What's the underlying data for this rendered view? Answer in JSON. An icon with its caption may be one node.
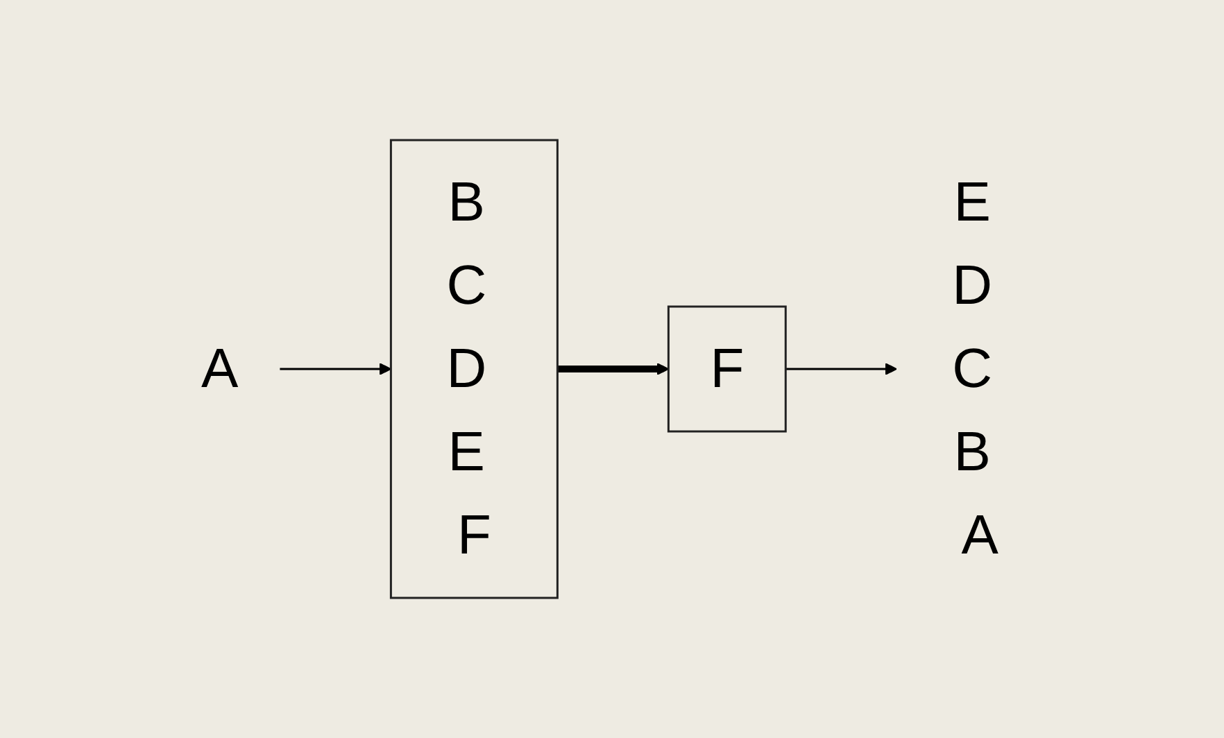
{
  "diagram": {
    "nodes": [
      {
        "text": [
          "A"
        ]
      },
      {
        "text": [
          "B C D E F"
        ]
      },
      {
        "text": [
          "F"
        ]
      },
      {
        "text": [
          "E D C B A"
        ]
      }
    ],
    "edges": [
      {
        "from": 0,
        "to": 1,
        "arrow": "to"
      },
      {
        "from": 1,
        "to": 2,
        "arrow": "to",
        "style": "thick"
      },
      {
        "from": 2,
        "to": 3,
        "arrow": "to"
      }
    ]
  }
}
